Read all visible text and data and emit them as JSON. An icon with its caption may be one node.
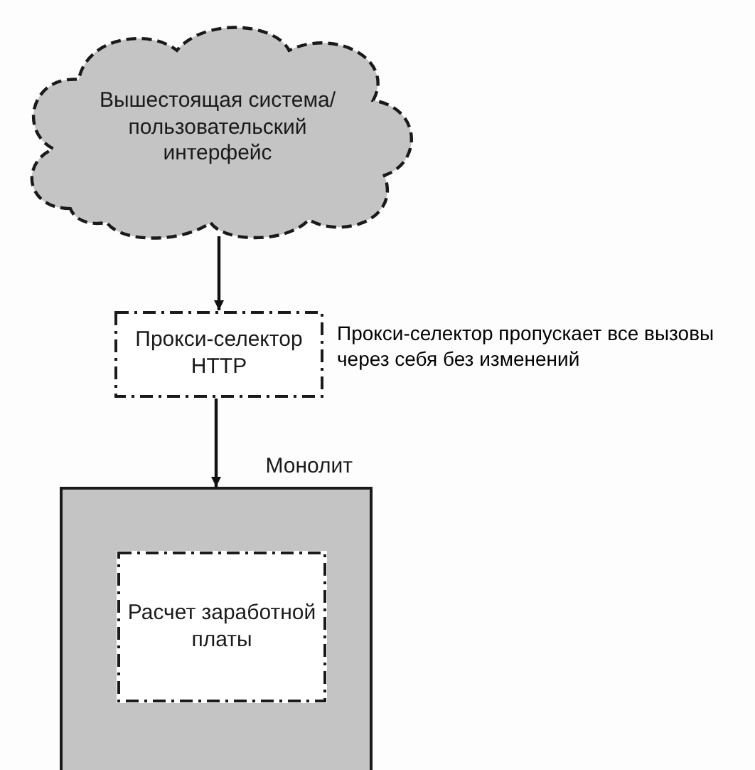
{
  "diagram": {
    "nodes": [
      {
        "text": [
          "Вышестоящая система/ пользовательский интерфейс"
        ]
      },
      {
        "text": [
          "Прокси-селектор HTTP"
        ],
        "beside": [
          "Прокси-селектор пропускает все вызовы через себя без изменений"
        ]
      },
      {
        "text": [
          "Монолит"
        ]
      },
      {
        "text": [
          "Расчет заработной платы"
        ],
        "in": 2
      }
    ],
    "edges": [
      {
        "from": 0,
        "to": 1,
        "arrow": "to"
      },
      {
        "from": 1,
        "to": 2,
        "arrow": "to"
      }
    ]
  }
}
